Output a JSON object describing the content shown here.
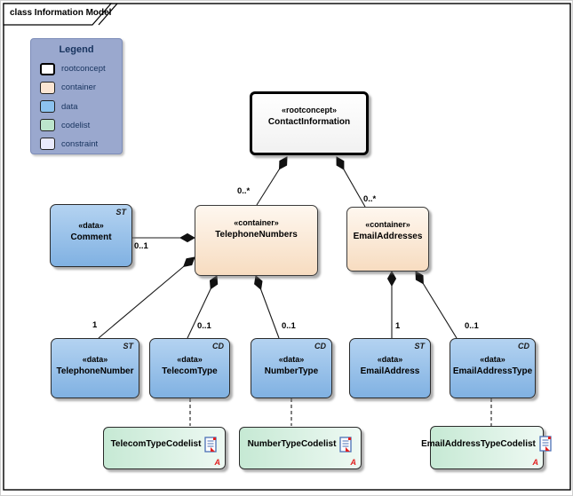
{
  "frame": {
    "title": "class Information Model"
  },
  "legend": {
    "title": "Legend",
    "items": [
      {
        "label": "rootconcept",
        "color": "#ffffff"
      },
      {
        "label": "container",
        "color": "#fbe5d3"
      },
      {
        "label": "data",
        "color": "#8cc2ee"
      },
      {
        "label": "codelist",
        "color": "#bce5cc"
      },
      {
        "label": "constraint",
        "color": "#e9eafc"
      }
    ]
  },
  "nodes": {
    "contactInformation": {
      "stereotype": "«rootconcept»",
      "name": "ContactInformation"
    },
    "telephoneNumbers": {
      "stereotype": "«container»",
      "name": "TelephoneNumbers"
    },
    "emailAddresses": {
      "stereotype": "«container»",
      "name": "EmailAddresses"
    },
    "comment": {
      "stereotype": "«data»",
      "name": "Comment",
      "marker": "ST"
    },
    "telephoneNumber": {
      "stereotype": "«data»",
      "name": "TelephoneNumber",
      "marker": "ST"
    },
    "telecomType": {
      "stereotype": "«data»",
      "name": "TelecomType",
      "marker": "CD"
    },
    "numberType": {
      "stereotype": "«data»",
      "name": "NumberType",
      "marker": "CD"
    },
    "emailAddress": {
      "stereotype": "«data»",
      "name": "EmailAddress",
      "marker": "ST"
    },
    "emailAddressType": {
      "stereotype": "«data»",
      "name": "EmailAddressType",
      "marker": "CD"
    },
    "telecomTypeCodelist": {
      "name": "TelecomTypeCodelist",
      "badge": "A",
      "icon": "document-icon"
    },
    "numberTypeCodelist": {
      "name": "NumberTypeCodelist",
      "badge": "A",
      "icon": "document-icon"
    },
    "emailAddressTypeCodelist": {
      "name": "EmailAddressTypeCodelist",
      "badge": "A",
      "icon": "document-icon"
    }
  },
  "connections": [
    {
      "from": "ContactInformation",
      "to": "TelephoneNumbers",
      "type": "composition",
      "label": "0..*"
    },
    {
      "from": "ContactInformation",
      "to": "EmailAddresses",
      "type": "composition",
      "label": "0..*"
    },
    {
      "from": "TelephoneNumbers",
      "to": "Comment",
      "type": "composition",
      "label": "0..1"
    },
    {
      "from": "TelephoneNumbers",
      "to": "TelephoneNumber",
      "type": "composition",
      "label": "1"
    },
    {
      "from": "TelephoneNumbers",
      "to": "TelecomType",
      "type": "composition",
      "label": "0..1"
    },
    {
      "from": "TelephoneNumbers",
      "to": "NumberType",
      "type": "composition",
      "label": "0..1"
    },
    {
      "from": "EmailAddresses",
      "to": "EmailAddress",
      "type": "composition",
      "label": "1"
    },
    {
      "from": "EmailAddresses",
      "to": "EmailAddressType",
      "type": "composition",
      "label": "0..1"
    },
    {
      "from": "TelecomType",
      "to": "TelecomTypeCodelist",
      "type": "dependency",
      "label": ""
    },
    {
      "from": "NumberType",
      "to": "NumberTypeCodelist",
      "type": "dependency",
      "label": ""
    },
    {
      "from": "EmailAddressType",
      "to": "EmailAddressTypeCodelist",
      "type": "dependency",
      "label": ""
    }
  ],
  "colors": {
    "data_fill": "#8cc2ee",
    "container_fill": "#fbe5d3",
    "codelist_fill": "#cdecd9",
    "rootconcept_fill": "#ffffff",
    "legend_bg": "#9aa8ce",
    "line": "#1a1a1a",
    "badge": "#e02020"
  }
}
